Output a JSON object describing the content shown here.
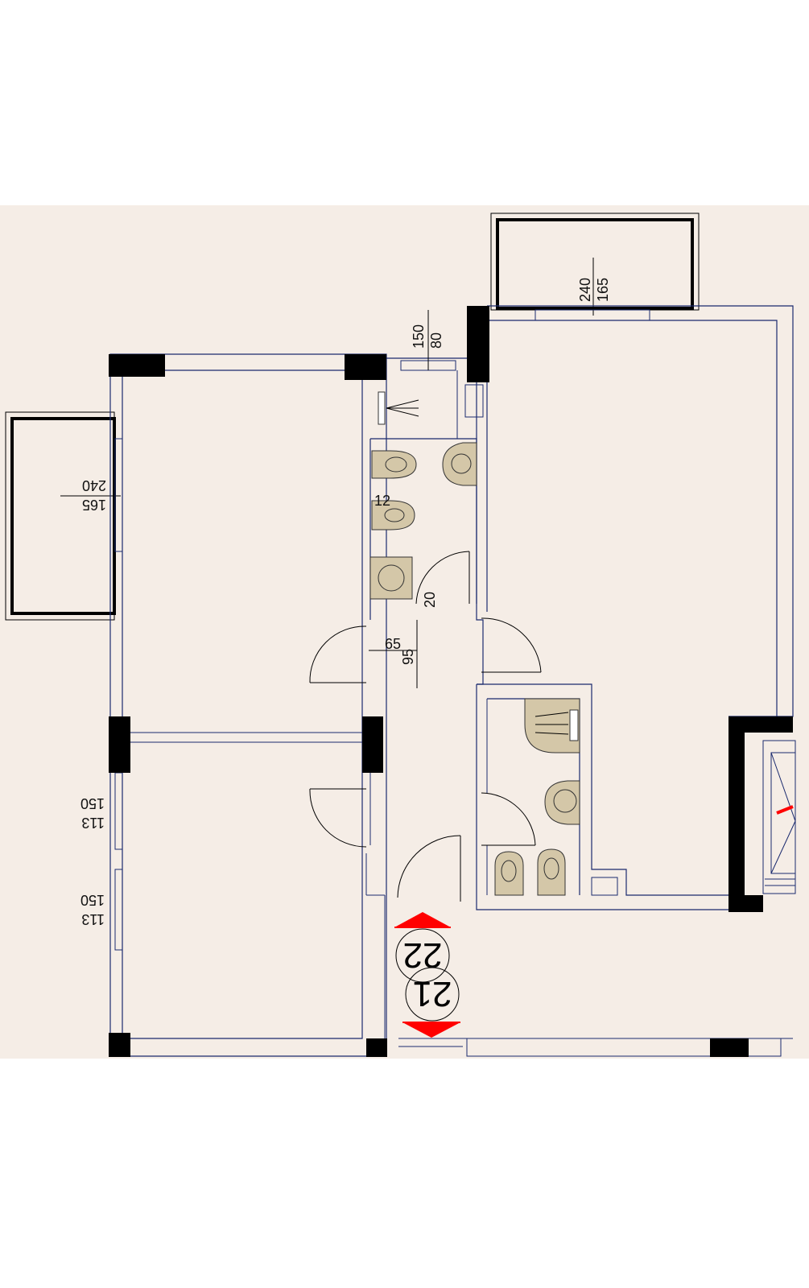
{
  "colors": {
    "background": "#ffffff",
    "floor": "#f5ede6",
    "wall_line": "#1a2a6e",
    "pillar": "#000000",
    "fixture": "#d4c7a8",
    "marker": "#ff0000"
  },
  "dimensions": {
    "top_balcony_a": "165",
    "top_balcony_b": "240",
    "top_window_a": "80",
    "top_window_b": "150",
    "left_balcony_a": "240",
    "left_balcony_b": "165",
    "left_window1_a": "150",
    "left_window1_b": "113",
    "left_window2_a": "150",
    "left_window2_b": "113",
    "bath_small": "12",
    "door_gap": "20",
    "corridor_width": "65",
    "corridor_depth": "95"
  },
  "markers": {
    "upper": "22",
    "lower": "21"
  },
  "icons": [
    "shower-icon",
    "toilet-icon",
    "washbasin-icon",
    "washing-machine-icon",
    "door-swing-icon",
    "direction-arrow-icon",
    "stair-icon"
  ]
}
